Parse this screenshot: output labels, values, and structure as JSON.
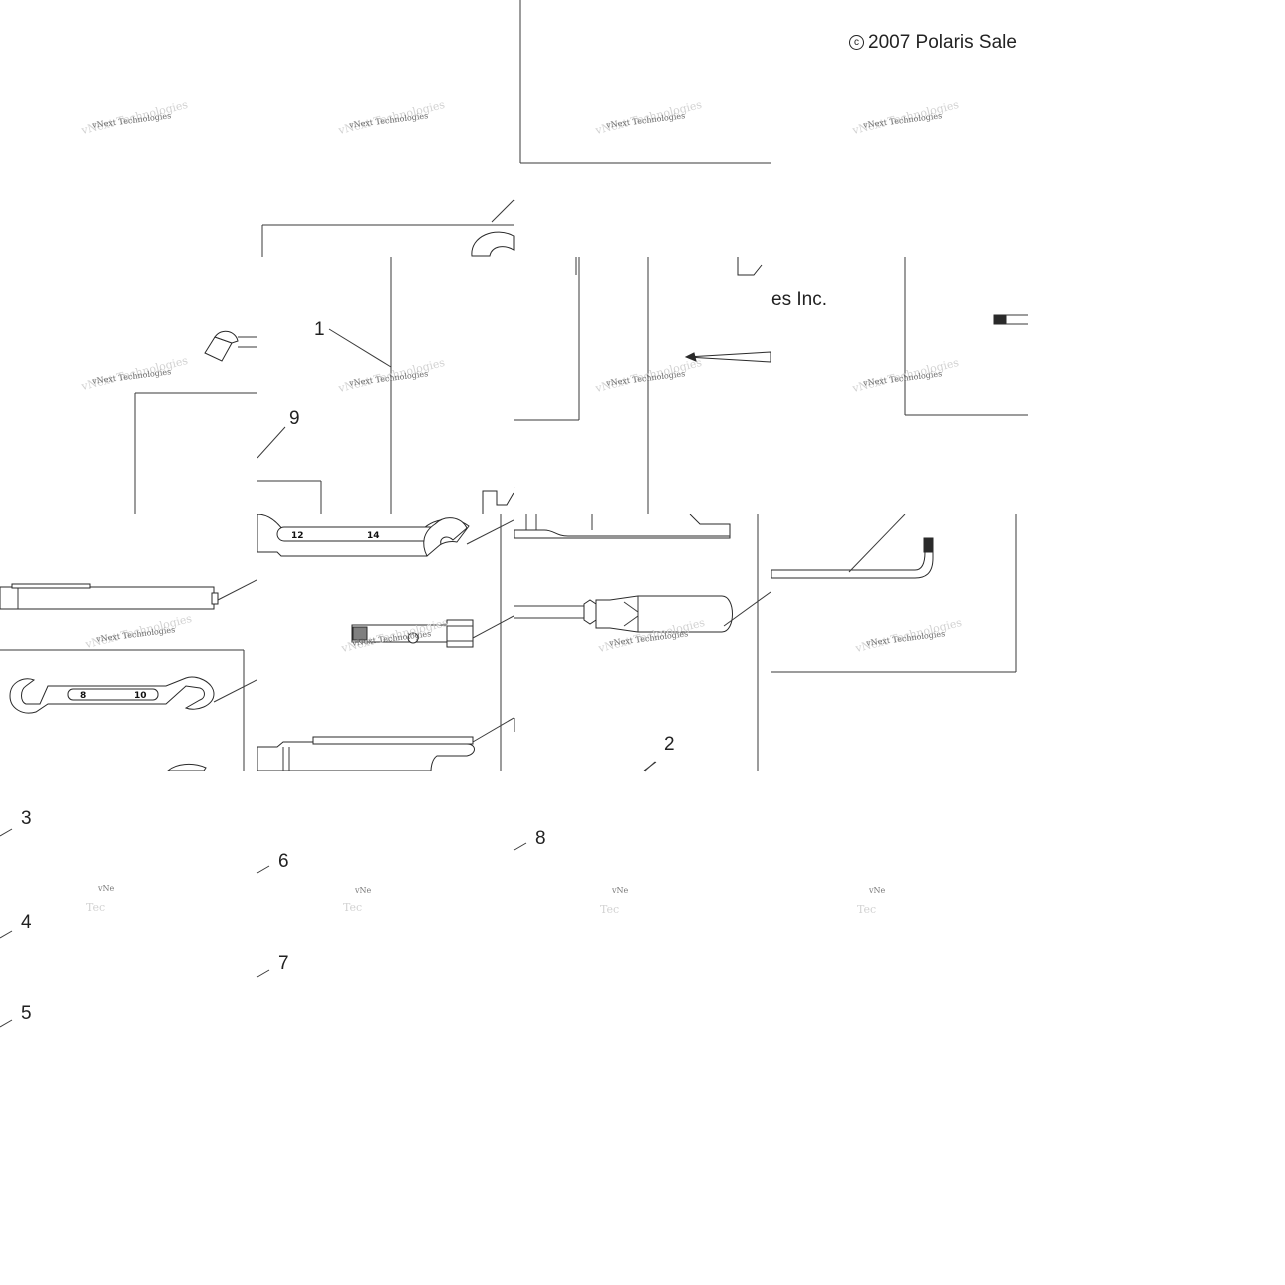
{
  "diagram": {
    "copyright_symbol": "c",
    "copyright_text_a": "2007 Polaris Sale",
    "copyright_text_b": "es Inc.",
    "watermark_line1": "vNext Technologies",
    "watermark_line2": "Technologies",
    "watermark_cut": "vNe",
    "watermark_cut2": "Tec",
    "wrench_large_left": "12",
    "wrench_large_right": "14",
    "wrench_small_left": "8",
    "wrench_small_right": "10",
    "callouts": {
      "c1": "1",
      "c2": "2",
      "c3": "3",
      "c4": "4",
      "c5": "5",
      "c6": "6",
      "c7": "7",
      "c8": "8",
      "c9": "9"
    }
  }
}
